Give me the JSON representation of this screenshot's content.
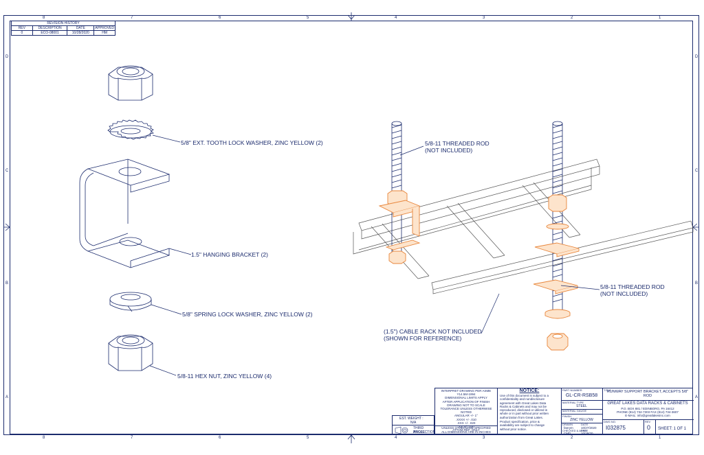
{
  "revision_history": {
    "title": "REVISION HISTORY",
    "headers": [
      "REV",
      "DESCRIPTION",
      "DATE",
      "APPROVED"
    ],
    "row": [
      "0",
      "ECO-08001",
      "10/28/2020",
      "HM"
    ]
  },
  "zones": {
    "columns": [
      "8",
      "7",
      "6",
      "5",
      "4",
      "3",
      "2",
      "1"
    ],
    "rows": [
      "D",
      "C",
      "B",
      "A"
    ]
  },
  "callouts": {
    "lock_washer_ext": "5/8\" EXT. TOOTH LOCK WASHER, ZINC YELLOW (2)",
    "hanging_bracket": "1.5\" HANGING BRACKET (2)",
    "spring_washer": "5/8\" SPRING LOCK WASHER, ZINC YELLOW (2)",
    "hex_nut": "5/8-11 HEX NUT, ZINC YELLOW (4)",
    "rod_left_1": "5/8-11 THREADED ROD",
    "rod_left_2": "(NOT INCLUDED)",
    "rod_right_1": "5/8-11 THREADED ROD",
    "rod_right_2": "(NOT INCLUDED)",
    "cable_rack_1": "(1.5\") CABLE RACK NOT INCLUDED",
    "cable_rack_2": "(SHOWN FOR REFERENCE)"
  },
  "title_block": {
    "est_weight_label": "EST. WEIGHT :",
    "est_weight_value": "N/A",
    "projection_1": "THIRD ANGLE",
    "projection_2": "PROJECTION",
    "tolerance_lines": [
      "INTERPRET DRAWING PER ASME Y14.5M-1994",
      "DIMENSIONAL LIMITS APPLY",
      "AFTER APPLICATION OF FINISH",
      "DRAWING NOT TO SCALE",
      "TOLERANCE UNLESS OTHERWISE NOTED",
      "ANGULAR +/- 1°",
      ".XXXX +/- .010",
      ".XXX +/- .020",
      ".XX +/- .030",
      "ATTOM REF. ONLY"
    ],
    "units_1": "UNLESS OTHERWISE SPECIFIED",
    "units_2": "ALL DIMENSIONS ARE IN INCHES",
    "notice_title": "NOTICE:",
    "notice_lines": [
      "Use of this document is subject to a",
      "confidentiality and nondisclosure",
      "agreement with Great Lakes Data",
      "Racks & Cabinets and may not be",
      "reproduced, disclosed or utilized in",
      "whole or in part without prior written",
      "authorization from Great Lakes.",
      "Product specification, price &",
      "availability are subject to change",
      "without prior notice."
    ],
    "part_number_label": "PART NUMBER",
    "part_number": "GL-CR-RSB58",
    "material_type_label": "MATERIAL TYPE",
    "material_type": "STEEL",
    "material_gauge_label": "MATERIAL GAUGE",
    "finish_label": "FINISH",
    "finish": "ZINC YELLOW",
    "drawn_label": "DRAWN",
    "drawn_by": "fanrym",
    "drawn_date_label": "DATE",
    "drawn_date": "10/27/2020",
    "checked_label": "CHECKED & APPR",
    "checked_by": "CMD",
    "checked_date_label": "DATE",
    "checked_date": "10/28/20",
    "title_label": "TITLE",
    "title_1": "RUNWAY SUPPORT BRACKET, ACCEPTS 5/8\"",
    "title_2": "ROD",
    "company": "GREAT LAKES DATA RACKS & CABINETS",
    "address": "P.O. BOX 881 / EDINBORO, PA 16412",
    "phone": "PHONE (814) 734-7303 FAX (814) 734-3607",
    "email": "E-MAIL: info@greatlakesinc.com",
    "dwg_no_label": "DWG NO.",
    "dwg_no": "I032875",
    "rev_label": "REV",
    "rev": "0",
    "sheet": "SHEET: 1  OF  1"
  }
}
